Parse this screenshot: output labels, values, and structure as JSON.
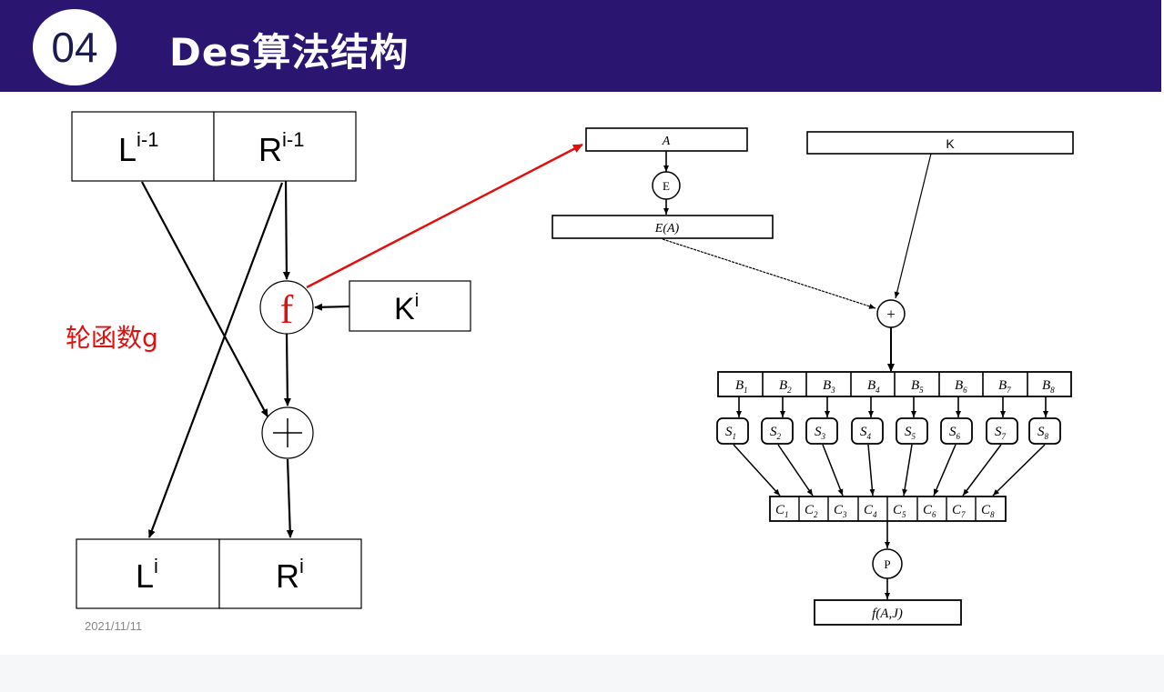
{
  "header": {
    "number": "04",
    "title": "Des算法结构"
  },
  "left_diagram": {
    "top_left": {
      "base": "L",
      "sup": "i-1"
    },
    "top_right": {
      "base": "R",
      "sup": "i-1"
    },
    "f_label": "f",
    "key": {
      "base": "K",
      "sup": "i"
    },
    "xor_symbol": "+",
    "bottom_left": {
      "base": "L",
      "sup": "i"
    },
    "bottom_right": {
      "base": "R",
      "sup": "i"
    },
    "round_function_label": "轮函数g"
  },
  "right_diagram": {
    "input_a": "A",
    "key_box": "K",
    "expand_circle": "E",
    "expanded": "E(A)",
    "xor_symbol": "+",
    "b_blocks": [
      "B",
      "B",
      "B",
      "B",
      "B",
      "B",
      "B",
      "B"
    ],
    "b_subs": [
      "1",
      "2",
      "3",
      "4",
      "5",
      "6",
      "7",
      "8"
    ],
    "s_boxes": [
      "S",
      "S",
      "S",
      "S",
      "S",
      "S",
      "S",
      "S"
    ],
    "s_subs": [
      "1",
      "2",
      "3",
      "4",
      "5",
      "6",
      "7",
      "8"
    ],
    "c_blocks": [
      "C",
      "C",
      "C",
      "C",
      "C",
      "C",
      "C",
      "C"
    ],
    "c_subs": [
      "1",
      "2",
      "3",
      "4",
      "5",
      "6",
      "7",
      "8"
    ],
    "perm_circle": "P",
    "output": "f(A,J)"
  },
  "footer": {
    "date": "2021/11/11"
  },
  "colors": {
    "header_bg": "#2a1670",
    "accent_red": "#e01010"
  }
}
